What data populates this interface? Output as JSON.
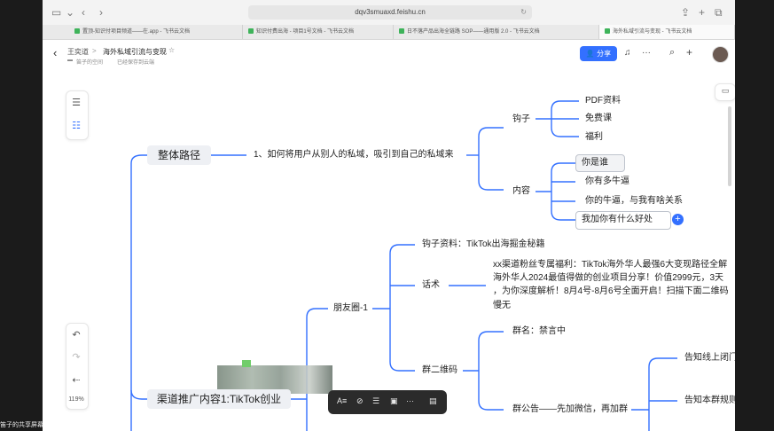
{
  "browser": {
    "url": "dqv3smuaxd.feishu.cn",
    "tabs": [
      "置顶-知识付项目频道——在.app - 飞书云文档",
      "知识付费出海 - 项目1号文档 - 飞书云文档",
      "日不落产品出海全链路 SOP——通用版 2.0 - 飞书云文档",
      "海外私域引流与变现 - 飞书云文档"
    ]
  },
  "header": {
    "breadcrumb_parent": "王奕道",
    "breadcrumb_sep": ">",
    "doc_title": "海外私域引流与变现",
    "star": "☆",
    "space_name": "笛子的空间",
    "save_status": "已经保存到云端",
    "share_label": "分享"
  },
  "zoom": "119%",
  "mindmap": {
    "topic1": "整体路径",
    "branch1": "1、如何将用户从别人的私域，吸引到自己的私域来",
    "hook": "钩子",
    "hook_items": [
      "PDF资料",
      "免费课",
      "福利"
    ],
    "content": "内容",
    "content_items": [
      "你是谁",
      "你有多牛逼",
      "你的牛逼，与我有啥关系",
      "我加你有什么好处"
    ],
    "hook_material": "钩子资料：TikTok出海掘金秘籍",
    "script": "话术",
    "script_text": [
      "xx渠道粉丝专属福利：TikTok海外华人最强6大变现路径全解",
      "海外华人2024最值得做的创业项目分享！价值2999元，3天",
      "，为你深度解析！8月4号-8月6号全面开启！扫描下面二维码",
      "慢无"
    ],
    "moments": "朋友圈-1",
    "qrcode": "群二维码",
    "group_name": "群名：禁言中",
    "group_notice": "群公告——先加微信，再加群",
    "notice_right1": "告知线上闭门",
    "notice_right2": "告知本群规则",
    "topic2": "渠道推广内容1:TikTok创业"
  },
  "caption": "笛子的共享屏幕"
}
